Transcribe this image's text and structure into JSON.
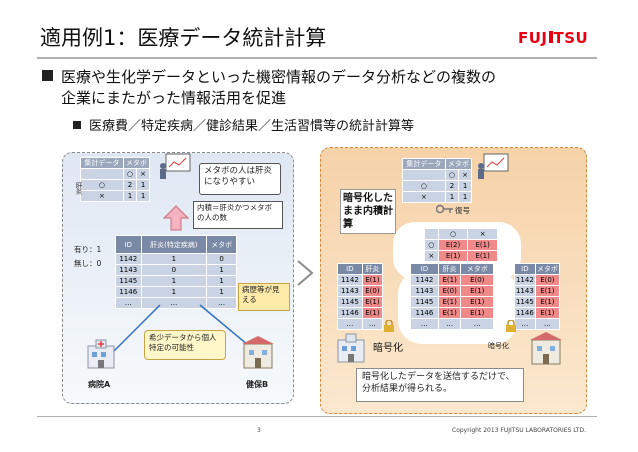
{
  "slide": {
    "title": "適用例1：医療データ統計計算",
    "logo": "FUJITSU",
    "bullet1_line1": "医療や生化学データといった機密情報のデータ分析などの複数の",
    "bullet1_line2": "企業にまたがった情報活用を促進",
    "bullet2": "医療費／特定疾病／健診結果／生活習慣等の統計計算等",
    "page_number": "3",
    "copyright": "Copyright 2013 FUJITSU LABORATORIES LTD."
  },
  "left": {
    "cross_header": [
      "集計データ",
      "メタボ"
    ],
    "cross_cols": [
      "○",
      "×"
    ],
    "cross_row_head": "肝炎",
    "cross_rows": [
      [
        "○",
        "2",
        "1"
      ],
      [
        "×",
        "1",
        "1"
      ]
    ],
    "bubble_text": "メタボの人は肝炎になりやすい",
    "callout_text": "内積＝肝炎かつメタボの人の数",
    "table_headers": [
      "ID",
      "肝炎(特定疾病)",
      "メタボ"
    ],
    "table_rows": [
      [
        "1142",
        "1",
        "0"
      ],
      [
        "1143",
        "0",
        "1"
      ],
      [
        "1145",
        "1",
        "1"
      ],
      [
        "1146",
        "1",
        "1"
      ],
      [
        "…",
        "…",
        "…"
      ]
    ],
    "legend_yes": "有り：1",
    "legend_no": "無し：0",
    "history_note": "病歴等が見える",
    "rare_note": "希少データから個人特定の可能性",
    "hospital_label": "病院A",
    "insurer_label": "健保B"
  },
  "right": {
    "compute_note": "暗号化したまま内積計算",
    "key_label": "復号",
    "cross_header": [
      "集計データ",
      "メタボ"
    ],
    "cross_cols": [
      "○",
      "×"
    ],
    "cross_row_head": "肝炎",
    "cross_rows": [
      [
        "○",
        "2",
        "1"
      ],
      [
        "×",
        "1",
        "1"
      ]
    ],
    "enc_cross_rows": [
      [
        "○",
        "E(2)",
        "E(1)"
      ],
      [
        "×",
        "E(1)",
        "E(1)"
      ]
    ],
    "left_table_headers": [
      "ID",
      "肝炎"
    ],
    "left_table_rows": [
      [
        "1142",
        "E(1)"
      ],
      [
        "1143",
        "E(0)"
      ],
      [
        "1145",
        "E(1)"
      ],
      [
        "1146",
        "E(1)"
      ],
      [
        "…",
        "…"
      ]
    ],
    "mid_table_headers": [
      "ID",
      "肝炎",
      "メタボ"
    ],
    "mid_table_rows": [
      [
        "1142",
        "E(1)",
        "E(0)"
      ],
      [
        "1143",
        "E(0)",
        "E(1)"
      ],
      [
        "1145",
        "E(1)",
        "E(1)"
      ],
      [
        "1146",
        "E(1)",
        "E(1)"
      ],
      [
        "…",
        "…",
        "…"
      ]
    ],
    "right_table_headers": [
      "ID",
      "メタボ"
    ],
    "right_table_rows": [
      [
        "1142",
        "E(0)"
      ],
      [
        "1143",
        "E(1)"
      ],
      [
        "1145",
        "E(1)"
      ],
      [
        "1146",
        "E(1)"
      ],
      [
        "…",
        "…"
      ]
    ],
    "enc_label_left": "暗号化",
    "enc_label_right": "暗号化",
    "result_text_line1": "暗号化したデータを送信するだけで、",
    "result_text_line2": "分析結果が得られる。"
  }
}
